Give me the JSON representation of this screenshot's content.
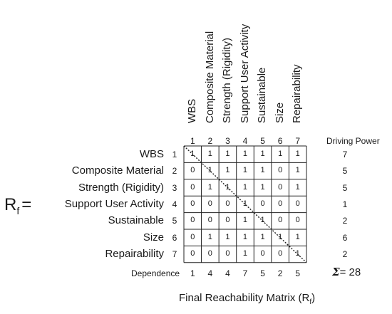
{
  "matrix": {
    "symbol_main": "R",
    "symbol_sub": "f",
    "symbol_eq": "=",
    "col_headers": [
      "WBS",
      "Composite Material",
      "Strength (Rigidity)",
      "Support User Activity",
      "Sustainable",
      "Size",
      "Repairability"
    ],
    "row_labels": [
      "WBS",
      "Composite Material",
      "Strength (Rigidity)",
      "Support User Activity",
      "Sustainable",
      "Size",
      "Repairability"
    ],
    "indices": [
      "1",
      "2",
      "3",
      "4",
      "5",
      "6",
      "7"
    ],
    "values": [
      [
        "1",
        "1",
        "1",
        "1",
        "1",
        "1",
        "1"
      ],
      [
        "0",
        "1",
        "1",
        "1",
        "1",
        "0",
        "1"
      ],
      [
        "0",
        "1",
        "1",
        "1",
        "1",
        "0",
        "1"
      ],
      [
        "0",
        "0",
        "0",
        "1",
        "0",
        "0",
        "0"
      ],
      [
        "0",
        "0",
        "0",
        "1",
        "1",
        "0",
        "0"
      ],
      [
        "0",
        "1",
        "1",
        "1",
        "1",
        "1",
        "1"
      ],
      [
        "0",
        "0",
        "0",
        "1",
        "0",
        "0",
        "1"
      ]
    ],
    "driving_power_label": "Driving Power",
    "driving_power": [
      "7",
      "5",
      "5",
      "1",
      "2",
      "6",
      "2"
    ],
    "dependence_label": "Dependence",
    "dependence": [
      "1",
      "4",
      "4",
      "7",
      "5",
      "2",
      "5"
    ],
    "sigma_symbol": "Σ",
    "sigma_text": "= 28",
    "caption_main": "Final Reachability Matrix (R",
    "caption_sub": "f",
    "caption_end": ")"
  }
}
